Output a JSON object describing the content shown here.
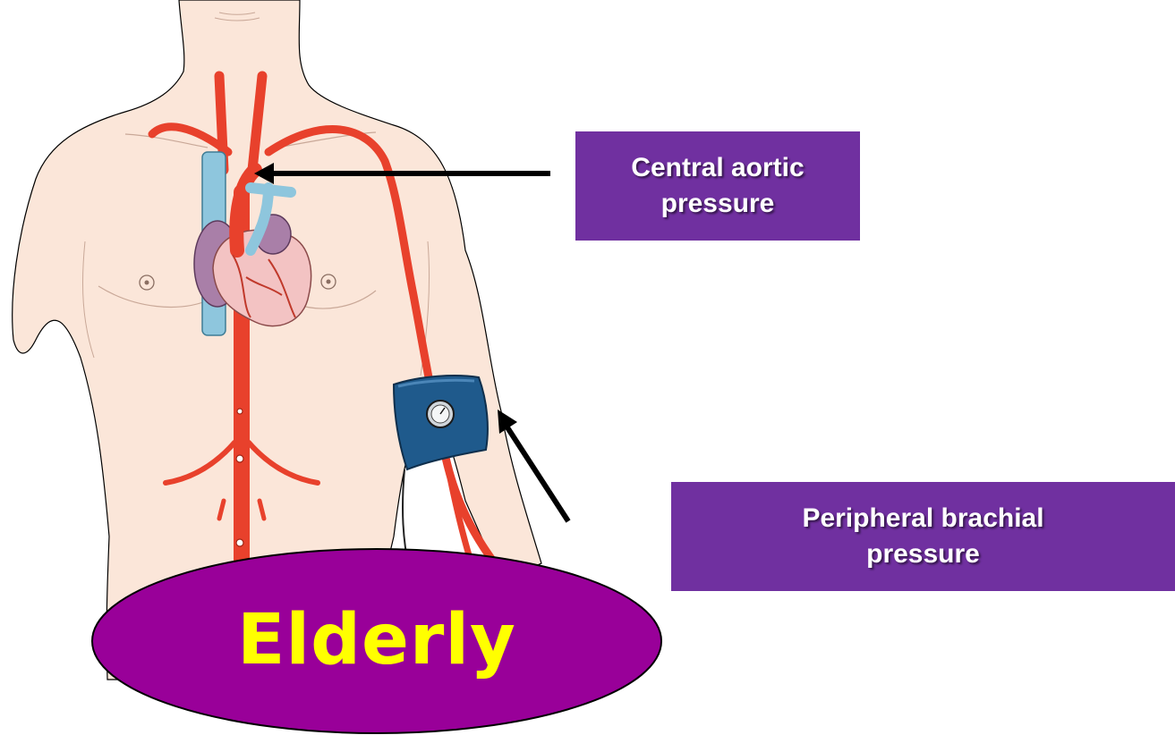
{
  "labels": {
    "central_line1": "Central aortic",
    "central_line2": "pressure",
    "peripheral_line1": "Peripheral brachial",
    "peripheral_line2": "pressure",
    "elderly": "Elderly"
  },
  "colors": {
    "label_box": "#7030a0",
    "ellipse": "#990099",
    "ellipse_text": "#ffff00",
    "skin": "#fbe6d9",
    "artery": "#e8412c",
    "vein": "#8ec6dd",
    "heart": "#f3c3c3",
    "cuff": "#1f5a8c"
  },
  "icons": [
    "heart-icon",
    "blood-pressure-cuff-icon",
    "gauge-icon"
  ]
}
